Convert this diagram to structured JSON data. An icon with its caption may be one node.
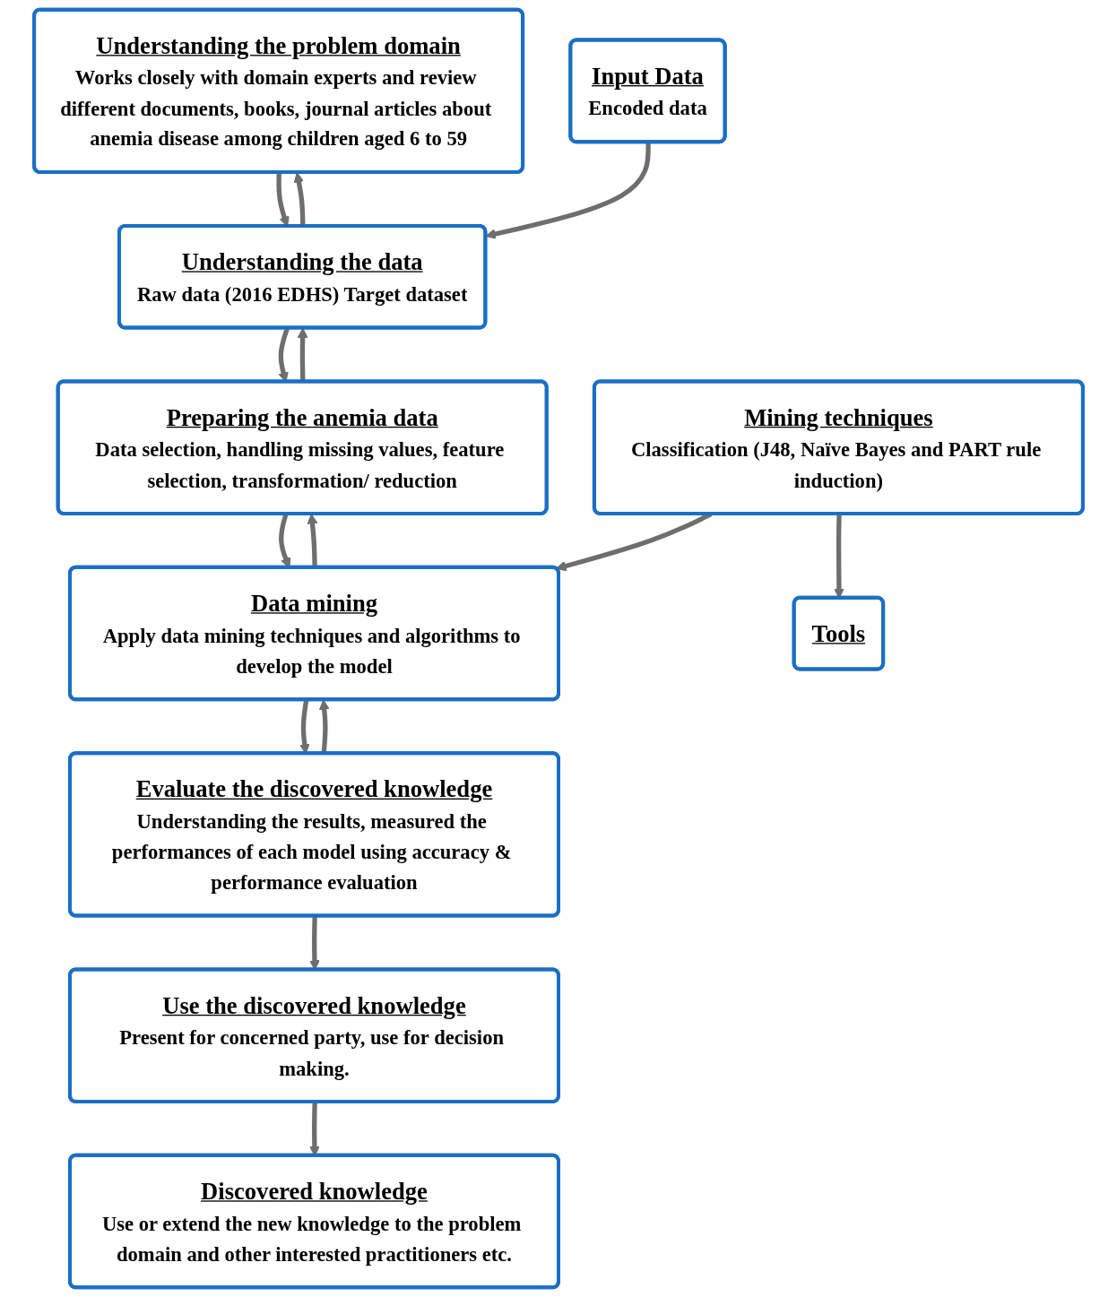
{
  "diagram": {
    "nodes": [
      {
        "text": [
          "Understanding the problem domain",
          "Works closely with domain experts and review different documents, books, journal articles about anemia disease among children aged 6 to 59"
        ]
      },
      {
        "text": [
          "Understanding the data",
          "Raw data (2016 EDHS) Target dataset"
        ]
      },
      {
        "text": [
          "Input Data",
          "Encoded data"
        ]
      },
      {
        "text": [
          "Preparing the anemia data",
          "Data selection, handling missing values, feature selection, transformation/ reduction"
        ]
      },
      {
        "text": [
          "Data mining",
          "Apply data mining techniques and algorithms to develop the model"
        ]
      },
      {
        "text": [
          "Mining techniques",
          "Classification (J48, Naïve Bayes and PART rule induction)"
        ]
      },
      {
        "text": [
          "Evaluate the discovered knowledge",
          "Understanding the results, measured the performances of each model using accuracy & performance evaluation"
        ]
      },
      {
        "text": [
          "Tools"
        ]
      },
      {
        "text": [
          "Use the discovered knowledge",
          "Present for concerned party, use for decision making."
        ]
      },
      {
        "text": [
          "Discovered knowledge",
          "Use or extend the new knowledge to the problem domain and other interested practitioners etc."
        ]
      }
    ],
    "edges": [
      {
        "from": 0,
        "to": 1,
        "arrow": "to"
      },
      {
        "from": 1,
        "to": 0,
        "arrow": "to"
      },
      {
        "from": 2,
        "to": 1,
        "arrow": "to"
      },
      {
        "from": 1,
        "to": 3,
        "arrow": "to"
      },
      {
        "from": 3,
        "to": 1,
        "arrow": "to"
      },
      {
        "from": 3,
        "to": 4,
        "arrow": "to"
      },
      {
        "from": 4,
        "to": 3,
        "arrow": "to"
      },
      {
        "from": 5,
        "to": 4,
        "arrow": "to"
      },
      {
        "from": 4,
        "to": 6,
        "arrow": "to"
      },
      {
        "from": 6,
        "to": 4,
        "arrow": "to"
      },
      {
        "from": 5,
        "to": 7,
        "arrow": "to"
      },
      {
        "from": 6,
        "to": 8,
        "arrow": "to"
      },
      {
        "from": 8,
        "to": 9,
        "arrow": "to"
      }
    ]
  }
}
